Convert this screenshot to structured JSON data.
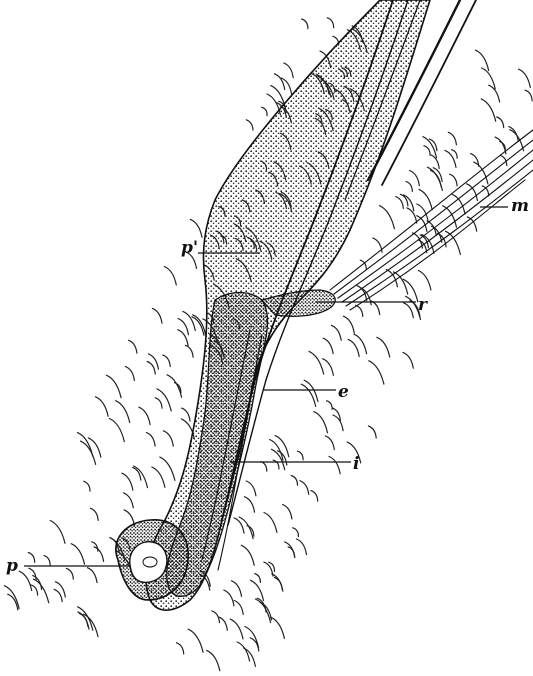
{
  "figure": {
    "labels": {
      "m": "m",
      "p_prime": "p'",
      "r": "r",
      "e": "e",
      "i": "i",
      "p": "p"
    }
  },
  "colors": {
    "ink": "#111111",
    "paper": "#ffffff",
    "stipple": "#2a2a2a"
  }
}
